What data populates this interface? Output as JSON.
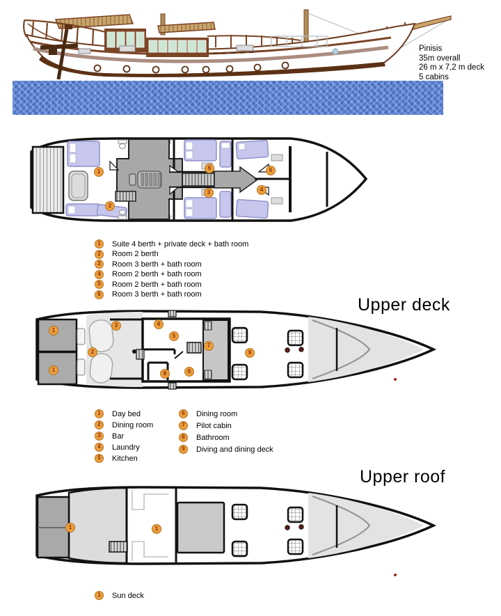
{
  "info": {
    "lines": [
      "Pinisis",
      "35m overall",
      "26 m x 7,2 m deck",
      "5 cabins"
    ]
  },
  "headings": {
    "upper_deck": "Upper deck",
    "upper_roof": "Upper roof"
  },
  "legends": {
    "lower": [
      {
        "n": "1",
        "label": "Suite 4 berth + private deck + bath room"
      },
      {
        "n": "2",
        "label": "Room 2 berth"
      },
      {
        "n": "3",
        "label": "Room 3 berth  + bath room"
      },
      {
        "n": "4",
        "label": "Room 2 berth  + bath room"
      },
      {
        "n": "5",
        "label": "Room 2 berth  + bath room"
      },
      {
        "n": "6",
        "label": "Room 3 berth  + bath room"
      }
    ],
    "upper_col1": [
      {
        "n": "1",
        "label": "Day bed"
      },
      {
        "n": "2",
        "label": "Dining room"
      },
      {
        "n": "3",
        "label": "Bar"
      },
      {
        "n": "4",
        "label": "Laundry"
      },
      {
        "n": "5",
        "label": "Kitchen"
      }
    ],
    "upper_col2": [
      {
        "n": "6",
        "label": "Dining room"
      },
      {
        "n": "7",
        "label": "Pilot cabin"
      },
      {
        "n": "8",
        "label": "Bathroom"
      },
      {
        "n": "9",
        "label": "Diving and dining deck"
      }
    ],
    "roof": [
      {
        "n": "1",
        "label": "Sun deck"
      }
    ]
  },
  "decks": {
    "lower": {
      "badges": [
        "1",
        "2",
        "3",
        "6",
        "4",
        "5"
      ]
    },
    "upper": {
      "badges": [
        "1",
        "1",
        "2",
        "3",
        "4",
        "5",
        "6",
        "7",
        "8",
        "9"
      ]
    },
    "roof": {
      "badges": [
        "1",
        "1"
      ]
    }
  },
  "colors": {
    "badge": "#EC9E3C",
    "badge_border": "#B5731F",
    "badge_text": "#8A3010",
    "water": "#5B82D2",
    "bed_lavender": "#C7C7EE",
    "deck_gray": "#A8A8A8",
    "light_gray": "#E4E4E4",
    "wall": "#111111",
    "hull_brown": "#6D3D20",
    "canopy_tan": "#C9A66B"
  }
}
